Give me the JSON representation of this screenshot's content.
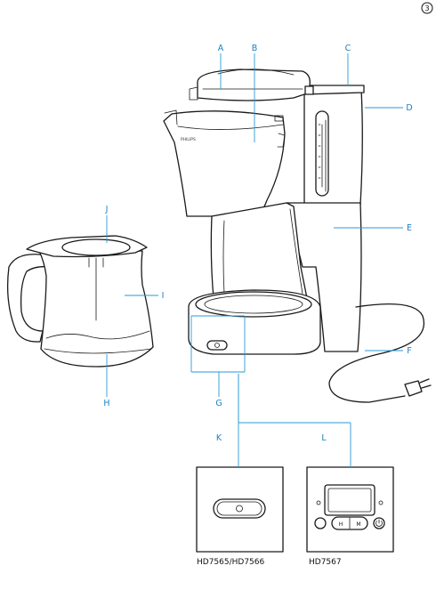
{
  "page_number": "3",
  "brand": "PHILIPS",
  "labels": {
    "A": "A",
    "B": "B",
    "C": "C",
    "D": "D",
    "E": "E",
    "F": "F",
    "G": "G",
    "H": "H",
    "I": "I",
    "J": "J",
    "K": "K",
    "L": "L"
  },
  "models": {
    "left": "HD7565/HD7566",
    "right": "HD7567"
  },
  "panel_buttons": {
    "hour": "H",
    "minute": "M"
  }
}
